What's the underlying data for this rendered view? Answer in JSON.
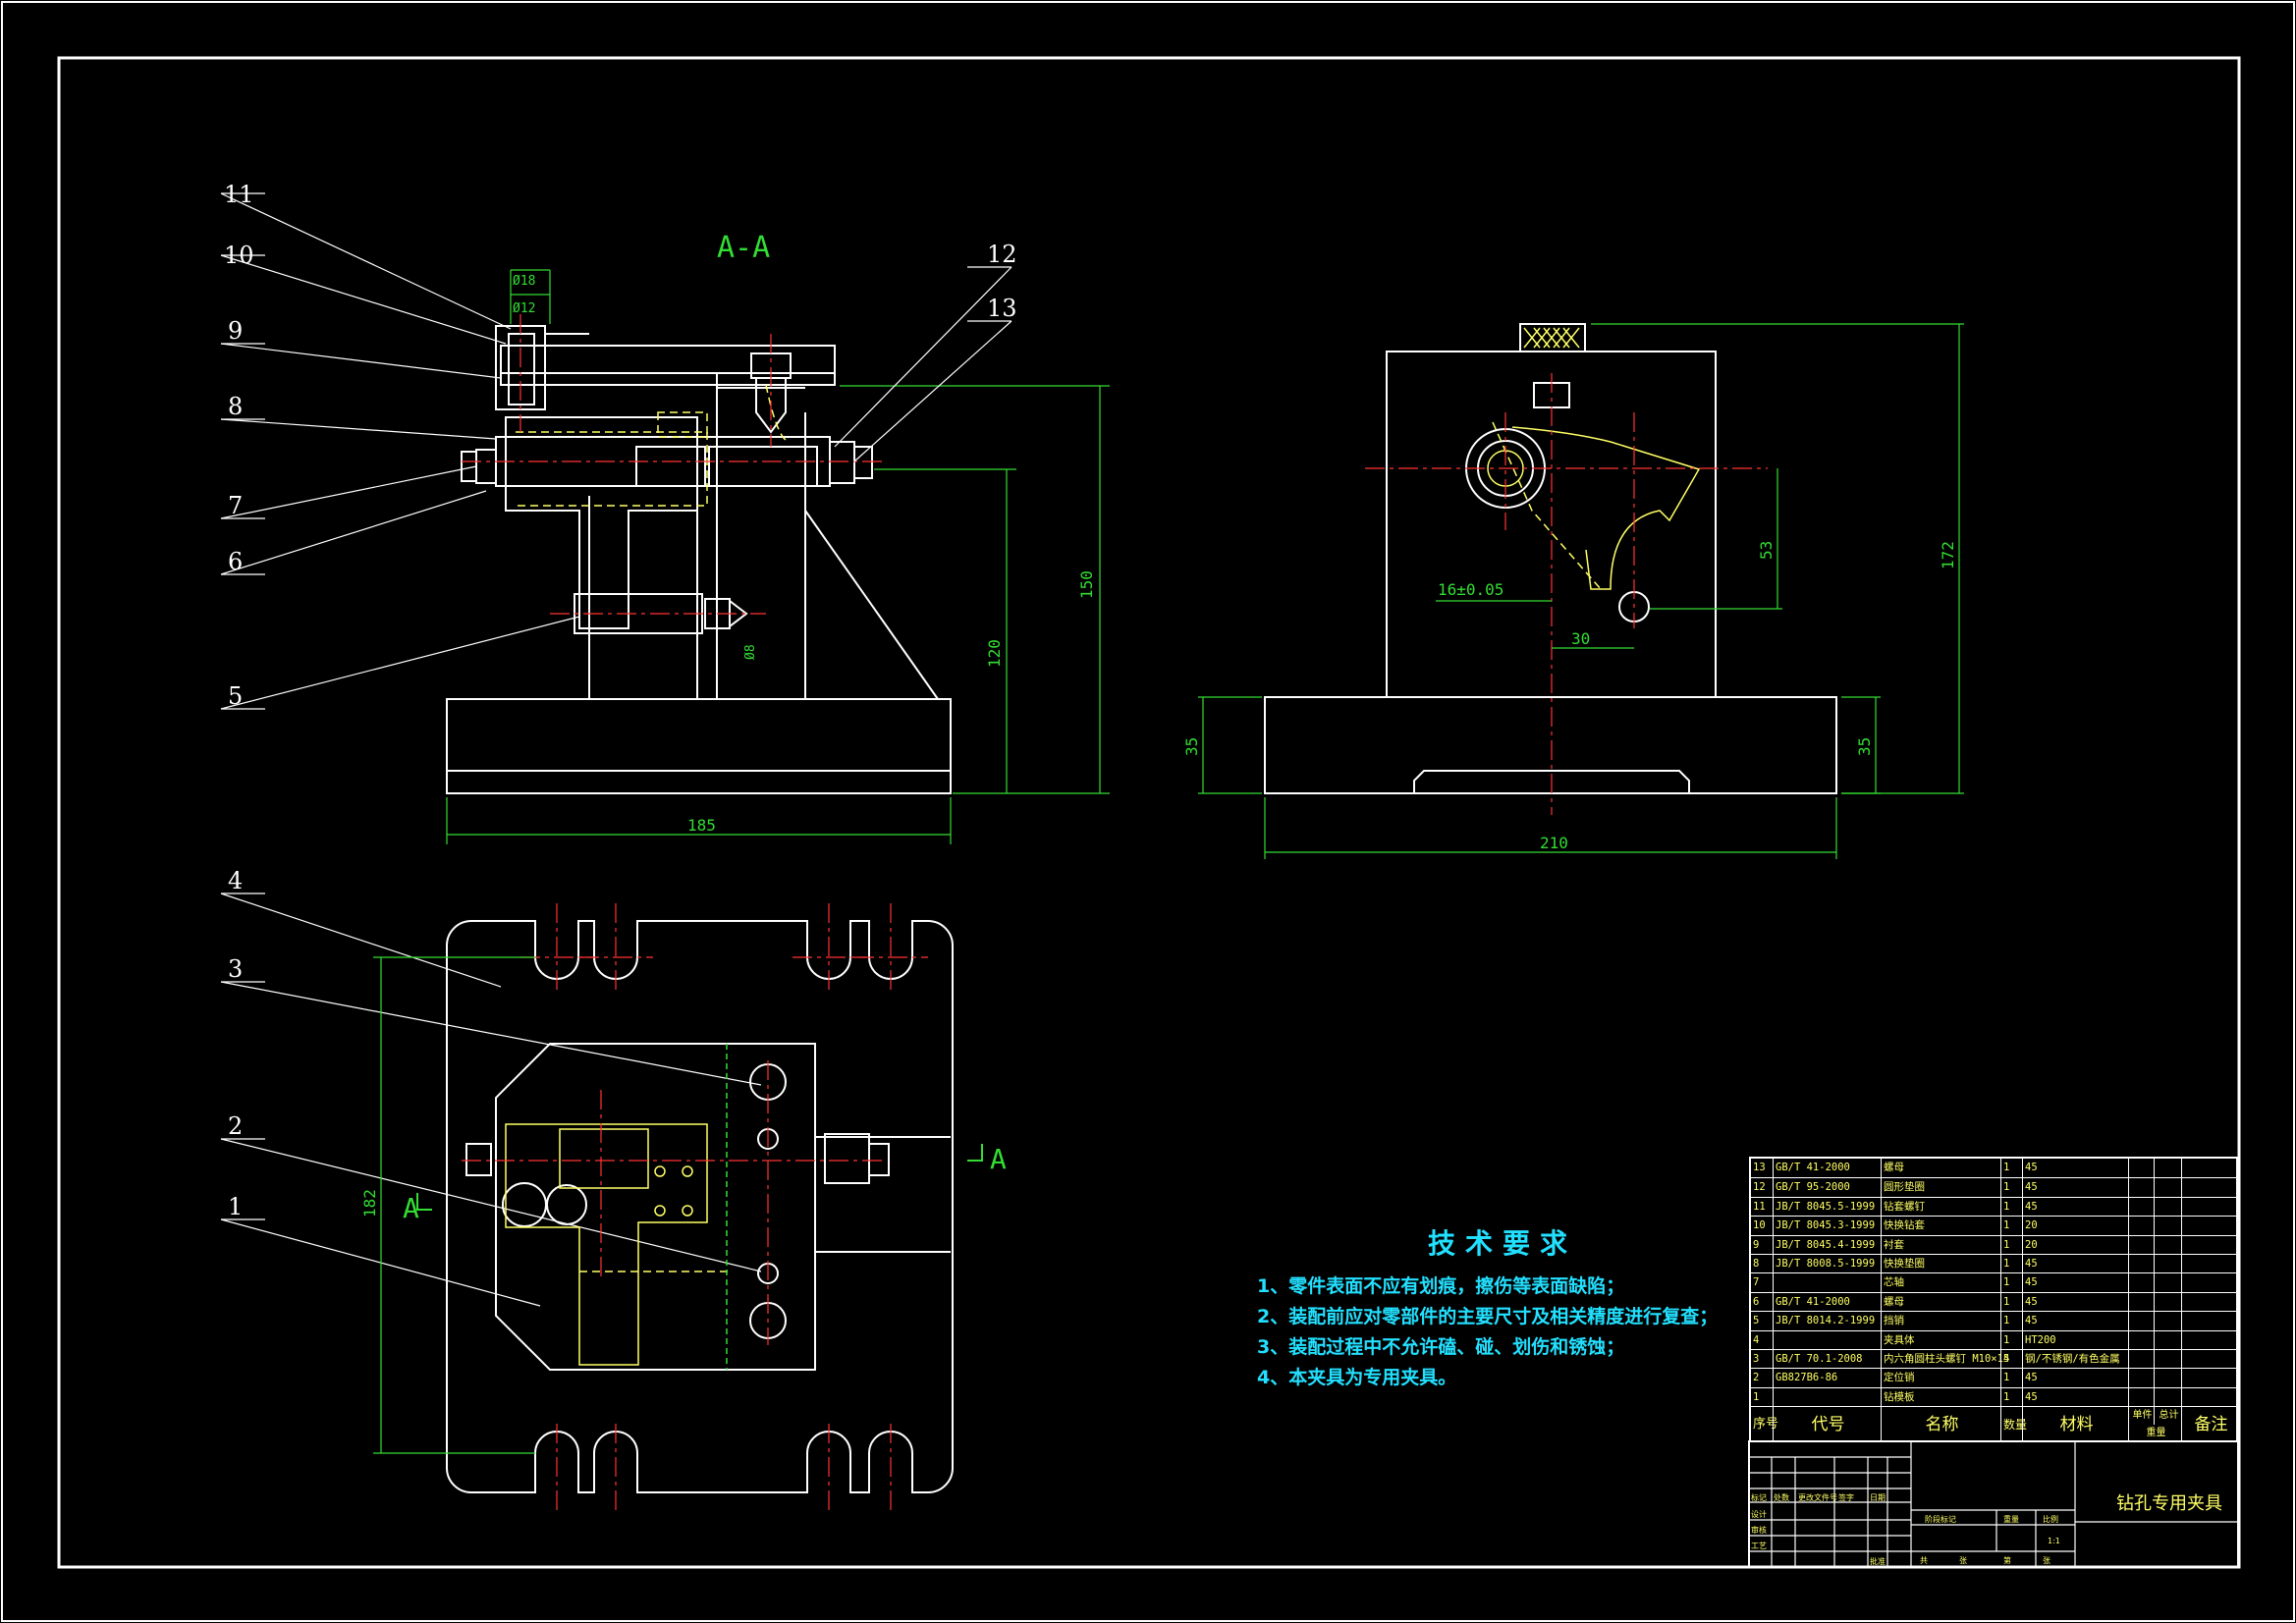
{
  "section_label": "A-A",
  "section_marks": {
    "left": "A",
    "right": "A"
  },
  "balloons": [
    "1",
    "2",
    "3",
    "4",
    "5",
    "6",
    "7",
    "8",
    "9",
    "10",
    "11",
    "12",
    "13"
  ],
  "dimensions": {
    "base_width_front": "185",
    "height_150": "150",
    "height_120": "120",
    "side_width": "210",
    "side_base_left": "35",
    "side_base_right": "35",
    "side_height": "172",
    "offset_16": "16±0.05",
    "offset_30": "30",
    "height_53": "53",
    "plan_182": "182",
    "bore_18": "Ø18",
    "bore_12": "Ø12",
    "bore_8": "Ø8"
  },
  "tech_requirements": {
    "title": "技术要求",
    "items": [
      "1、零件表面不应有划痕，擦伤等表面缺陷；",
      "2、装配前应对零部件的主要尺寸及相关精度进行复查；",
      "3、装配过程中不允许磕、碰、划伤和锈蚀；",
      "4、本夹具为专用夹具。"
    ]
  },
  "bom": {
    "rows": [
      {
        "no": "13",
        "code": "GB/T 41-2000",
        "name": "螺母",
        "qty": "1",
        "mat": "45"
      },
      {
        "no": "12",
        "code": "GB/T 95-2000",
        "name": "圆形垫圈",
        "qty": "1",
        "mat": "45"
      },
      {
        "no": "11",
        "code": "JB/T 8045.5-1999",
        "name": "钻套螺钉",
        "qty": "1",
        "mat": "45"
      },
      {
        "no": "10",
        "code": "JB/T 8045.3-1999",
        "name": "快换钻套",
        "qty": "1",
        "mat": "20"
      },
      {
        "no": "9",
        "code": "JB/T 8045.4-1999",
        "name": "衬套",
        "qty": "1",
        "mat": "20"
      },
      {
        "no": "8",
        "code": "JB/T 8008.5-1999",
        "name": "快换垫圈",
        "qty": "1",
        "mat": "45"
      },
      {
        "no": "7",
        "code": "",
        "name": "芯轴",
        "qty": "1",
        "mat": "45"
      },
      {
        "no": "6",
        "code": "GB/T 41-2000",
        "name": "螺母",
        "qty": "1",
        "mat": "45"
      },
      {
        "no": "5",
        "code": "JB/T 8014.2-1999",
        "name": "挡销",
        "qty": "1",
        "mat": "45"
      },
      {
        "no": "4",
        "code": "",
        "name": "夹具体",
        "qty": "1",
        "mat": "HT200"
      },
      {
        "no": "3",
        "code": "GB/T 70.1-2008",
        "name": "内六角圆柱头螺钉 M10×15",
        "qty": "4",
        "mat": "钢/不锈钢/有色金属"
      },
      {
        "no": "2",
        "code": "GB827B6-86",
        "name": "定位销",
        "qty": "1",
        "mat": "45"
      },
      {
        "no": "1",
        "code": "",
        "name": "钻模板",
        "qty": "1",
        "mat": "45"
      }
    ],
    "headers": {
      "no": "序号",
      "code": "代号",
      "name": "名称",
      "qty": "数量",
      "mat": "材料",
      "unit_wt": "单件",
      "total_wt": "总计",
      "weight": "重量",
      "remark": "备注"
    }
  },
  "title_block": {
    "drawing_title": "钻孔专用夹具",
    "scale": "1:1",
    "cells": [
      "标记",
      "处数",
      "更改文件号",
      "签字",
      "日期",
      "设计",
      "审核",
      "工艺",
      "批准",
      "阶段标记",
      "重量",
      "比例",
      "共",
      "张",
      "第",
      "张"
    ]
  }
}
